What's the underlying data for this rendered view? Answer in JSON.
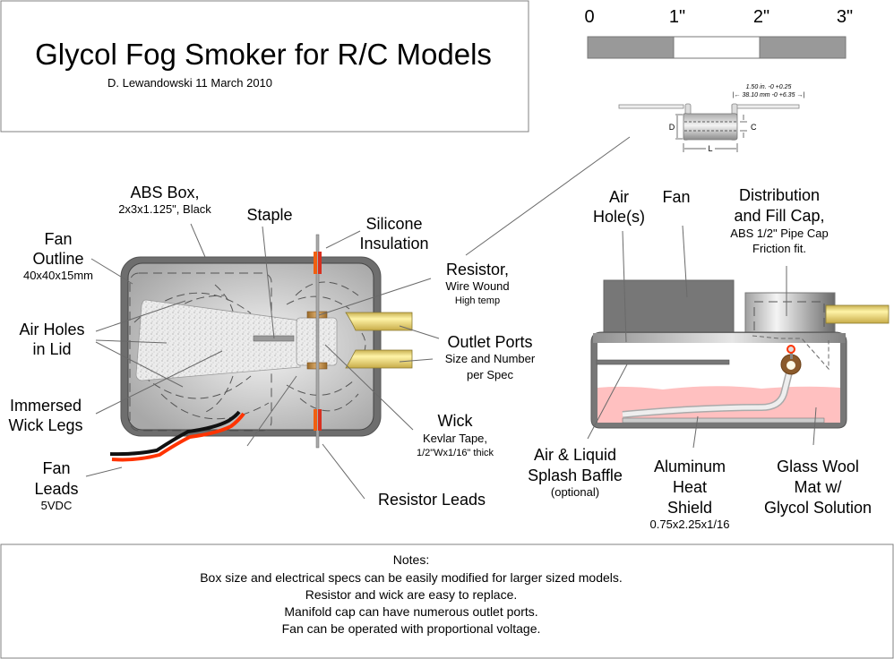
{
  "header": {
    "title": "Glycol Fog Smoker for R/C Models",
    "byline": "D. Lewandowski  11 March 2010"
  },
  "scale_bar": {
    "ticks": [
      "0",
      "1\"",
      "2\"",
      "3\""
    ],
    "segments": [
      "dark",
      "light",
      "dark"
    ]
  },
  "resistor_inset": {
    "dim_line1": "1.50 in. -0 +0.25",
    "dim_line2": "|← 38.10 mm -0 +6.35 →|",
    "label_d": "D",
    "label_c": "C",
    "label_l": "L"
  },
  "top_view": {
    "labels": {
      "abs_box": {
        "title": "ABS Box,",
        "detail": "2x3x1.125\", Black"
      },
      "staple": {
        "title": "Staple"
      },
      "silicone": {
        "line1": "Silicone",
        "line2": "Insulation"
      },
      "fan_outline": {
        "line1": "Fan",
        "line2": "Outline",
        "detail": "40x40x15mm"
      },
      "resistor": {
        "title": "Resistor,",
        "detail1": "Wire Wound",
        "detail2": "High temp"
      },
      "air_holes": {
        "line1": "Air Holes",
        "line2": "in Lid"
      },
      "outlet_ports": {
        "title": "Outlet Ports",
        "detail1": "Size and Number",
        "detail2": "per Spec"
      },
      "wick_legs": {
        "line1": "Immersed",
        "line2": "Wick Legs"
      },
      "wick": {
        "title": "Wick",
        "detail1": "Kevlar Tape,",
        "detail2": "1/2\"Wx1/16\" thick"
      },
      "fan_leads": {
        "line1": "Fan",
        "line2": "Leads",
        "detail": "5VDC"
      },
      "resistor_leads": {
        "title": "Resistor Leads"
      }
    }
  },
  "side_view": {
    "labels": {
      "air_holes": {
        "line1": "Air",
        "line2": "Hole(s)"
      },
      "fan": {
        "title": "Fan"
      },
      "cap": {
        "line1": "Distribution",
        "line2": "and Fill Cap,",
        "detail1": "ABS 1/2\" Pipe Cap",
        "detail2": "Friction fit."
      },
      "baffle": {
        "line1": "Air & Liquid",
        "line2": "Splash Baffle",
        "detail": "(optional)"
      },
      "heat_shield": {
        "line1": "Aluminum",
        "line2": "Heat",
        "line3": "Shield",
        "detail": "0.75x2.25x1/16"
      },
      "glass_wool": {
        "line1": "Glass Wool",
        "line2": "Mat w/",
        "line3": "Glycol Solution"
      }
    }
  },
  "notes": {
    "heading": "Notes:",
    "lines": [
      "Box size and electrical specs can be easily modified for larger sized models.",
      "Resistor and wick are easy to replace.",
      "Manifold cap can have numerous outlet ports.",
      "Fan can be operated with proportional voltage."
    ]
  },
  "colors": {
    "box_dark": "#6e6e6e",
    "box_light": "#e8e8e8",
    "insulation_orange": "#f06010",
    "insulation_red": "#d83020",
    "port_yellow": "#f0e080",
    "glycol_pink": "#ffc0c0",
    "resistor_bronze": "#c08840",
    "wire_black": "#111111",
    "wire_red": "#ff3300"
  }
}
